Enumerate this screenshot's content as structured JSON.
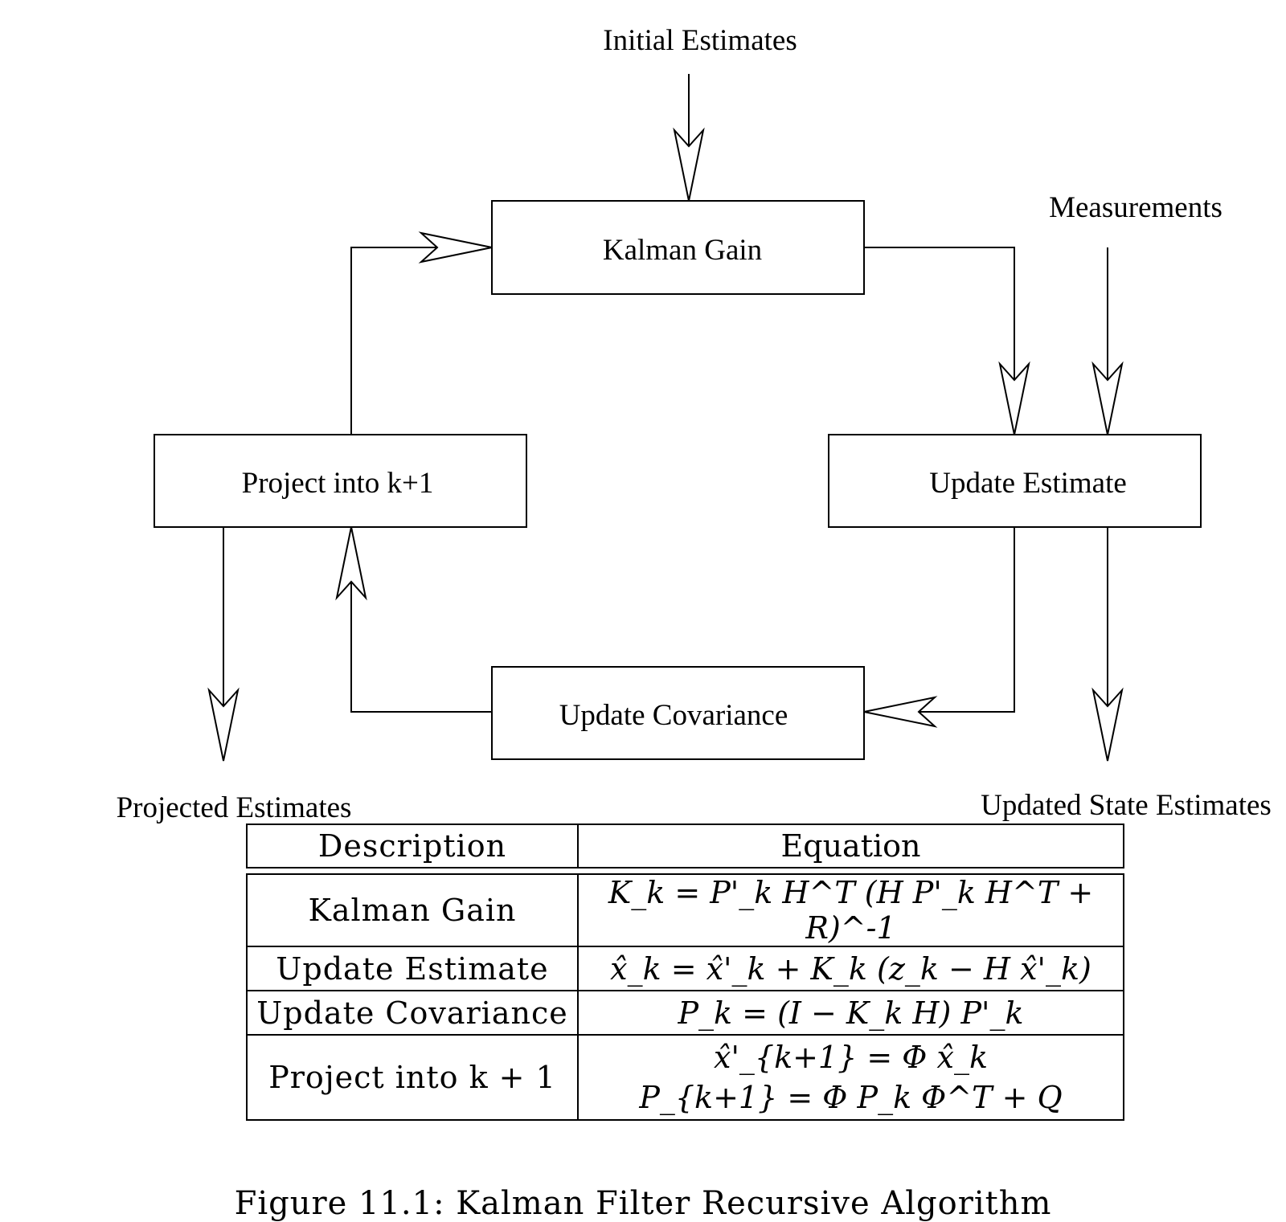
{
  "diagram": {
    "inputs": {
      "initial_estimates": "Initial Estimates",
      "measurements": "Measurements"
    },
    "outputs": {
      "projected_estimates": "Projected Estimates",
      "updated_state_estimates": "Updated State Estimates"
    },
    "boxes": {
      "kalman_gain": "Kalman Gain",
      "update_estimate": "Update Estimate",
      "update_covariance": "Update Covariance",
      "project": "Project into k+1"
    }
  },
  "table": {
    "headers": {
      "description": "Description",
      "equation": "Equation"
    },
    "rows": [
      {
        "description": "Kalman Gain",
        "equations": [
          "K_k = P'_k H^T (H P'_k H^T + R)^-1"
        ]
      },
      {
        "description": "Update Estimate",
        "equations": [
          "x̂_k = x̂'_k + K_k (z_k − H x̂'_k)"
        ]
      },
      {
        "description": "Update Covariance",
        "equations": [
          "P_k = (I − K_k H) P'_k"
        ]
      },
      {
        "description": "Project into k + 1",
        "equations": [
          "x̂'_{k+1} = Φ x̂_k",
          "P_{k+1} = Φ P_k Φ^T + Q"
        ]
      }
    ]
  },
  "caption": "Figure 11.1: Kalman Filter Recursive Algorithm"
}
